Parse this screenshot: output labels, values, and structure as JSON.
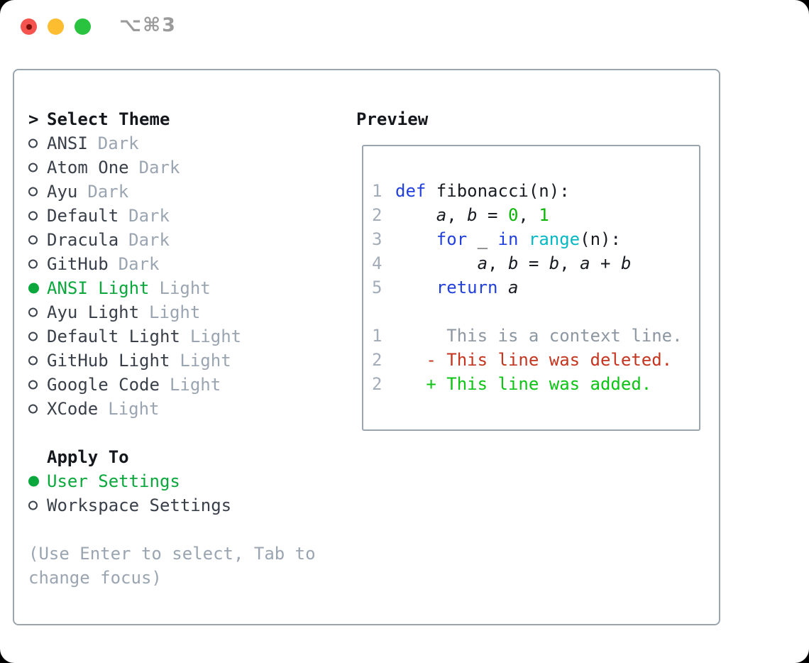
{
  "titlebar": {
    "shortcut": "⌥⌘3"
  },
  "colors": {
    "accent_green": "#0aa83c",
    "keyword_blue": "#2140dd",
    "function_cyan": "#06b8c4",
    "number_green": "#0bb407",
    "added_green": "#0bc414",
    "deleted_red": "#c4351f",
    "context_gray": "#8d97a1",
    "muted_gray": "#9aa5b1",
    "line_number_gray": "#a3adb9",
    "text_dark": "#3a4049",
    "code_text_dark": "#181c22",
    "header_black": "#14171c",
    "radio_stroke": "#3d434c",
    "border_gray": "#9aa5ae",
    "traffic_red": "#f4544d",
    "traffic_red_dot": "#7b100b",
    "traffic_yellow": "#fcbd30",
    "traffic_green": "#29c340",
    "titlebar_gray": "#9b9b9b"
  },
  "theme_panel": {
    "header_marker": ">",
    "header": "Select Theme",
    "themes": [
      {
        "name": "ANSI",
        "tag": "Dark",
        "selected": false
      },
      {
        "name": "Atom One",
        "tag": "Dark",
        "selected": false
      },
      {
        "name": "Ayu",
        "tag": "Dark",
        "selected": false
      },
      {
        "name": "Default",
        "tag": "Dark",
        "selected": false
      },
      {
        "name": "Dracula",
        "tag": "Dark",
        "selected": false
      },
      {
        "name": "GitHub",
        "tag": "Dark",
        "selected": false
      },
      {
        "name": "ANSI Light",
        "tag": "Light",
        "selected": true
      },
      {
        "name": "Ayu Light",
        "tag": "Light",
        "selected": false
      },
      {
        "name": "Default Light",
        "tag": "Light",
        "selected": false
      },
      {
        "name": "GitHub Light",
        "tag": "Light",
        "selected": false
      },
      {
        "name": "Google Code",
        "tag": "Light",
        "selected": false
      },
      {
        "name": "XCode",
        "tag": "Light",
        "selected": false
      }
    ],
    "apply_to": {
      "header": "Apply To",
      "options": [
        {
          "name": "User Settings",
          "selected": true
        },
        {
          "name": "Workspace Settings",
          "selected": false
        }
      ]
    },
    "hint": "(Use Enter to select, Tab to change focus)"
  },
  "preview": {
    "header": "Preview",
    "code_lines": [
      {
        "num": "1",
        "segments": [
          {
            "t": "def",
            "c": "kw"
          },
          {
            "t": " fibonacci(n):",
            "c": "plain"
          }
        ]
      },
      {
        "num": "2",
        "segments": [
          {
            "t": "    ",
            "c": "plain"
          },
          {
            "t": "a",
            "c": "var"
          },
          {
            "t": ", ",
            "c": "plain"
          },
          {
            "t": "b",
            "c": "var"
          },
          {
            "t": " = ",
            "c": "plain"
          },
          {
            "t": "0",
            "c": "num"
          },
          {
            "t": ", ",
            "c": "plain"
          },
          {
            "t": "1",
            "c": "num"
          }
        ]
      },
      {
        "num": "3",
        "segments": [
          {
            "t": "    ",
            "c": "plain"
          },
          {
            "t": "for",
            "c": "kw"
          },
          {
            "t": " _ ",
            "c": "plain"
          },
          {
            "t": "in",
            "c": "kw"
          },
          {
            "t": " ",
            "c": "plain"
          },
          {
            "t": "range",
            "c": "fn"
          },
          {
            "t": "(n):",
            "c": "plain"
          }
        ]
      },
      {
        "num": "4",
        "segments": [
          {
            "t": "        ",
            "c": "plain"
          },
          {
            "t": "a",
            "c": "var"
          },
          {
            "t": ", ",
            "c": "plain"
          },
          {
            "t": "b",
            "c": "var"
          },
          {
            "t": " = ",
            "c": "plain"
          },
          {
            "t": "b",
            "c": "var"
          },
          {
            "t": ", ",
            "c": "plain"
          },
          {
            "t": "a",
            "c": "var"
          },
          {
            "t": " + ",
            "c": "plain"
          },
          {
            "t": "b",
            "c": "var"
          }
        ]
      },
      {
        "num": "5",
        "segments": [
          {
            "t": "    ",
            "c": "plain"
          },
          {
            "t": "return",
            "c": "kw"
          },
          {
            "t": " ",
            "c": "plain"
          },
          {
            "t": "a",
            "c": "var"
          }
        ]
      },
      {
        "num": "",
        "segments": []
      },
      {
        "num": "1",
        "segments": [
          {
            "t": "     This is a context line.",
            "c": "ctx"
          }
        ]
      },
      {
        "num": "2",
        "segments": [
          {
            "t": "   - This line was deleted.",
            "c": "del"
          }
        ]
      },
      {
        "num": "2",
        "segments": [
          {
            "t": "   + This line was added.",
            "c": "add"
          }
        ]
      }
    ]
  }
}
